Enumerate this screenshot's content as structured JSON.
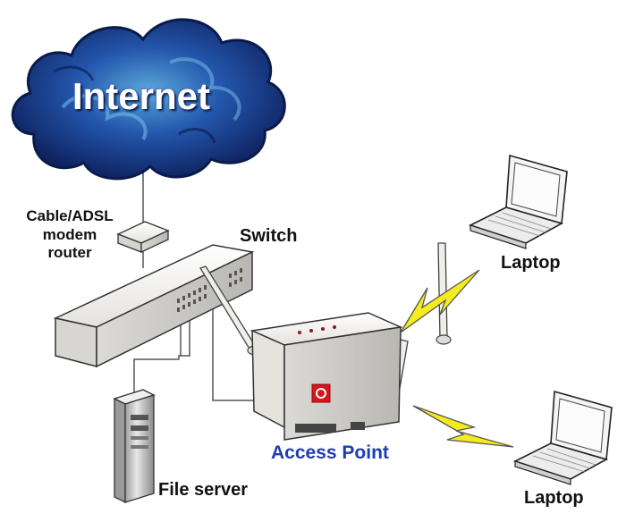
{
  "nodes": {
    "internet": {
      "label": "Internet"
    },
    "modem": {
      "label_lines": [
        "Cable/ADSL",
        "modem",
        "router"
      ]
    },
    "switch": {
      "label": "Switch"
    },
    "access_point": {
      "label": "Access Point",
      "color": "#1e3cb4"
    },
    "laptop_top": {
      "label": "Laptop"
    },
    "laptop_bottom": {
      "label": "Laptop"
    },
    "file_server": {
      "label": "File server"
    }
  },
  "edges": [
    {
      "from": "internet",
      "to": "modem",
      "type": "wired"
    },
    {
      "from": "modem",
      "to": "switch",
      "type": "wired"
    },
    {
      "from": "switch",
      "to": "file_server",
      "type": "wired"
    },
    {
      "from": "switch",
      "to": "access_point",
      "type": "wired"
    },
    {
      "from": "access_point",
      "to": "laptop_top",
      "type": "wireless"
    },
    {
      "from": "access_point",
      "to": "laptop_bottom",
      "type": "wireless"
    }
  ],
  "colors": {
    "cloud_dark": "#0d1f5c",
    "cloud_mid": "#1f4fa8",
    "cloud_light": "#58a6d8",
    "lightning": "#f4ec1e",
    "device_body": "#f4f2ee",
    "ap_logo": "#d8141c"
  }
}
